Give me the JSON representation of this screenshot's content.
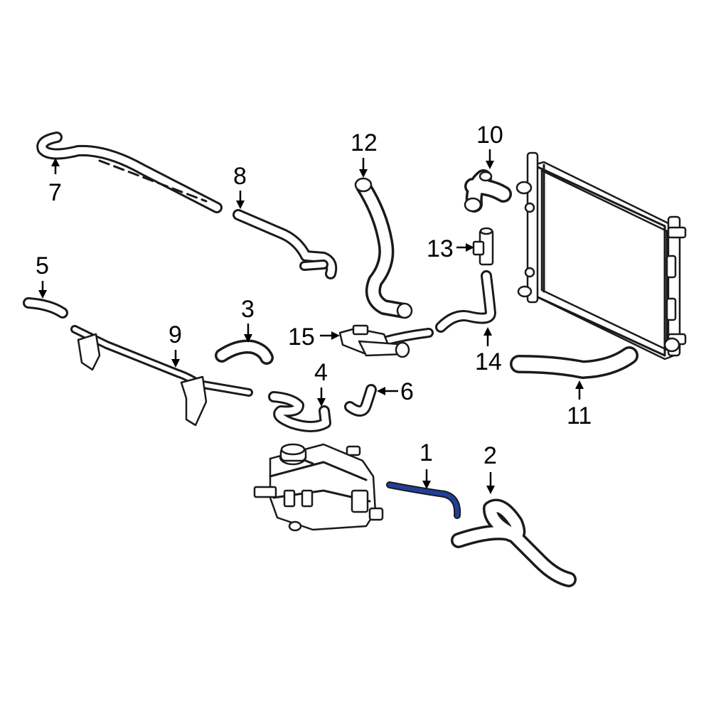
{
  "diagram": {
    "highlight_color": "#1f3f99",
    "line_color": "#1a1a1a",
    "background": "#ffffff",
    "callouts": [
      {
        "id": "1",
        "label": "1",
        "part": "hose",
        "highlighted": true
      },
      {
        "id": "2",
        "label": "2",
        "part": "hose"
      },
      {
        "id": "3",
        "label": "3",
        "part": "hose"
      },
      {
        "id": "4",
        "label": "4",
        "part": "hose"
      },
      {
        "id": "5",
        "label": "5",
        "part": "hose"
      },
      {
        "id": "6",
        "label": "6",
        "part": "hose"
      },
      {
        "id": "7",
        "label": "7",
        "part": "pipe"
      },
      {
        "id": "8",
        "label": "8",
        "part": "hose"
      },
      {
        "id": "9",
        "label": "9",
        "part": "pipe"
      },
      {
        "id": "10",
        "label": "10",
        "part": "hose"
      },
      {
        "id": "11",
        "label": "11",
        "part": "hose"
      },
      {
        "id": "12",
        "label": "12",
        "part": "hose"
      },
      {
        "id": "13",
        "label": "13",
        "part": "clamp"
      },
      {
        "id": "14",
        "label": "14",
        "part": "hose"
      },
      {
        "id": "15",
        "label": "15",
        "part": "valve"
      }
    ]
  }
}
